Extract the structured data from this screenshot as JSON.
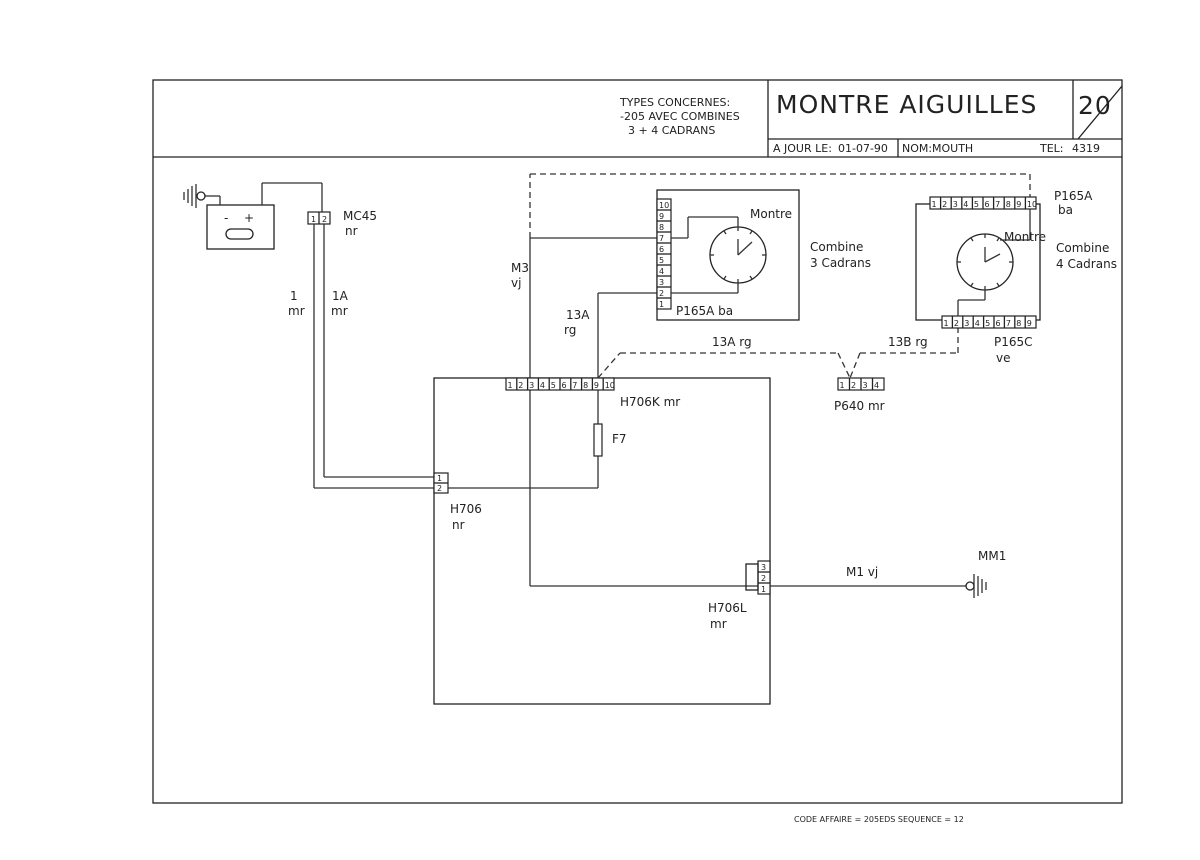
{
  "header": {
    "types_title": "TYPES CONCERNES:",
    "types_line1": "-205 AVEC COMBINES",
    "types_line2": "3 + 4 CADRANS",
    "title": "MONTRE AIGUILLES",
    "sheet_number": "20",
    "update_label": "A JOUR LE:",
    "update_date": "01-07-90",
    "name_label": "NOM:",
    "name_value": "MOUTH",
    "tel_label": "TEL:",
    "tel_value": "4319"
  },
  "components": {
    "mc45": {
      "code": "MC45",
      "color": "nr",
      "pins": [
        "1",
        "2"
      ]
    },
    "combine3": {
      "clock_label": "Montre",
      "name_line1": "Combine",
      "name_line2": "3 Cadrans",
      "connector_label": "P165A ba",
      "pins": [
        "1",
        "2",
        "3",
        "4",
        "5",
        "6",
        "7",
        "8",
        "9",
        "10"
      ]
    },
    "combine4": {
      "clock_label": "Montre",
      "name_line1": "Combine",
      "name_line2": "4 Cadrans",
      "connector_top_code": "P165A",
      "connector_top_color": "ba",
      "connector_bottom_code": "P165C",
      "connector_bottom_color": "ve",
      "pins": [
        "1",
        "2",
        "3",
        "4",
        "5",
        "6",
        "7",
        "8",
        "9",
        "10"
      ]
    },
    "h706k": {
      "label": "H706K mr",
      "pins": [
        "1",
        "2",
        "3",
        "4",
        "5",
        "6",
        "7",
        "8",
        "9",
        "10"
      ]
    },
    "p640": {
      "label": "P640 mr",
      "pins": [
        "1",
        "2",
        "3",
        "4"
      ]
    },
    "f7": {
      "label": "F7"
    },
    "h706": {
      "code": "H706",
      "color": "nr",
      "pins": [
        "1",
        "2"
      ]
    },
    "h706l": {
      "code": "H706L",
      "color": "mr",
      "pins": [
        "1",
        "2",
        "3"
      ]
    },
    "mm1": {
      "label": "MM1"
    }
  },
  "wires": {
    "w1_num": "1",
    "w1_color": "mr",
    "w1a_num": "1A",
    "w1a_color": "mr",
    "m3_num": "M3",
    "m3_color": "vj",
    "w13a_num": "13A",
    "w13a_color": "rg",
    "w13a_h": "13A rg",
    "w13b_h": "13B rg",
    "m1": "M1 vj"
  },
  "footer": {
    "code": "CODE AFFAIRE = 205EDS SEQUENCE = 12"
  }
}
